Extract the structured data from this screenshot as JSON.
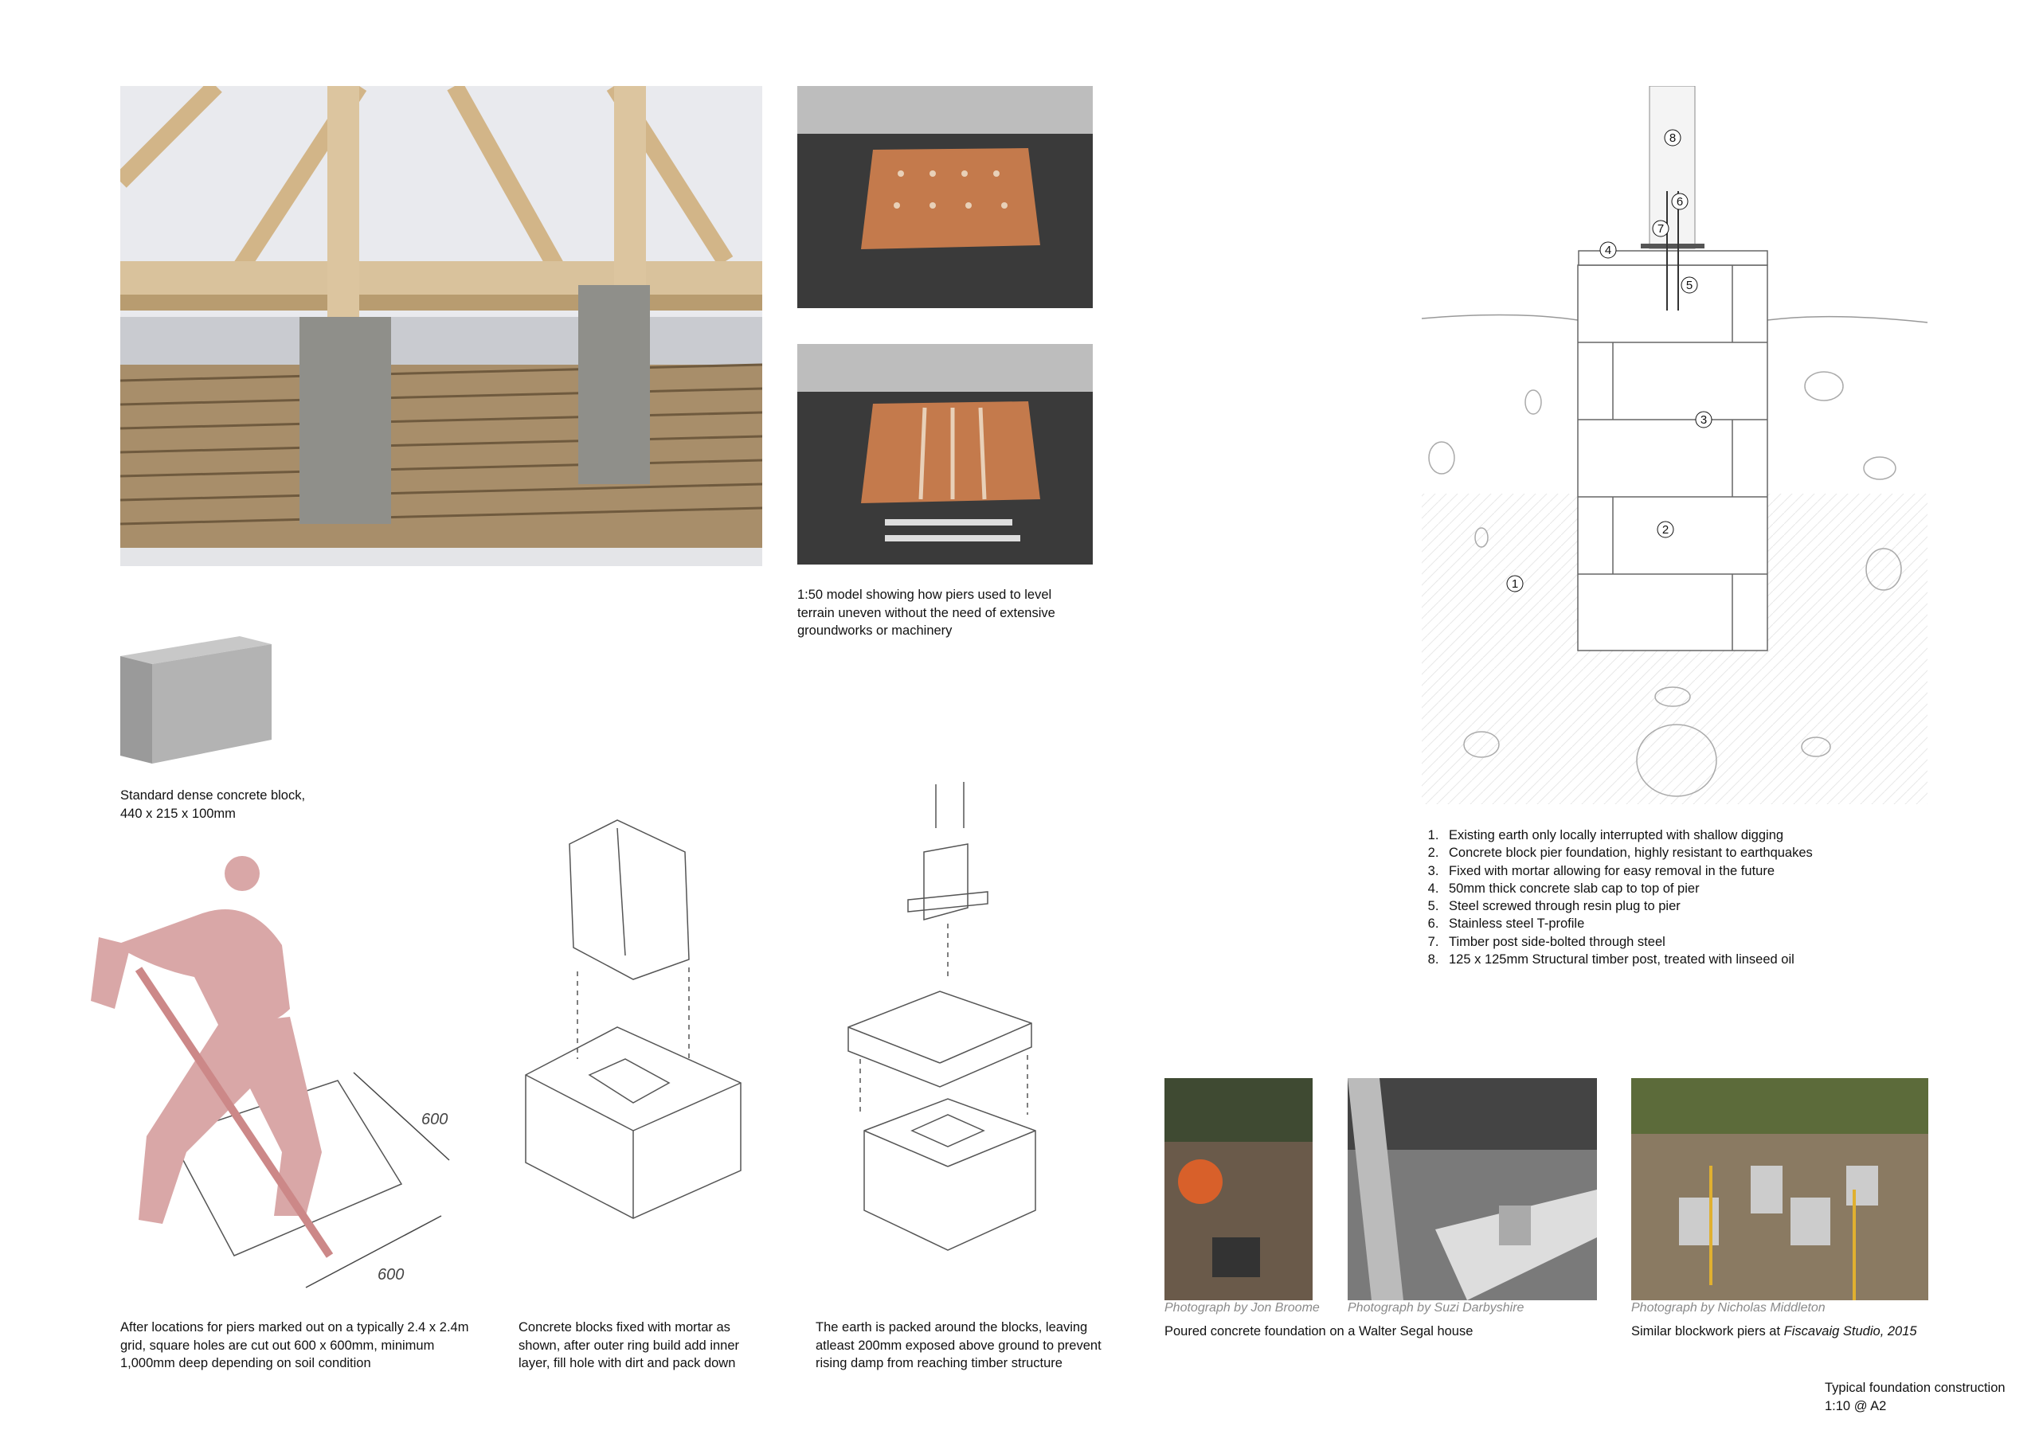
{
  "model_caption": [
    "1:50 model showing how piers used to level",
    "terrain uneven without the need of extensive",
    "groundworks or machinery"
  ],
  "block_caption": [
    "Standard dense concrete block,",
    "440 x 215 x 100mm"
  ],
  "section_labels": [
    "1",
    "2",
    "3",
    "4",
    "5",
    "6",
    "7",
    "8"
  ],
  "legend": [
    "Existing earth only locally interrupted with shallow digging",
    "Concrete block pier foundation, highly resistant to earthquakes",
    "Fixed with mortar allowing for easy removal in the future",
    "50mm thick concrete slab cap to top of pier",
    "Steel screwed through resin plug to pier",
    "Stainless steel T-profile",
    "Timber post side-bolted through steel",
    "125 x 125mm Structural timber post, treated with linseed oil"
  ],
  "sketch_dims": [
    "600",
    "600"
  ],
  "steps": [
    [
      "After locations for piers marked out on a typically 2.4 x 2.4m",
      "grid, square holes are cut out 600 x 600mm, minimum",
      "1,000mm deep depending on soil condition"
    ],
    [
      "Concrete blocks fixed with mortar as",
      "shown, after outer ring build add inner",
      "layer, fill hole with dirt and pack down"
    ],
    [
      "The earth is packed around the blocks, leaving",
      "atleast 200mm exposed above ground to prevent",
      "rising damp from reaching timber structure"
    ]
  ],
  "photos": {
    "credit_1": "Photograph by Jon Broome",
    "credit_2": "Photograph by Suzi Darbyshire",
    "credit_3": "Photograph by Nicholas Middleton",
    "caption_1": "Poured concrete foundation on a Walter Segal house",
    "caption_2_prefix": "Similar blockwork piers at ",
    "caption_2_italic": "Fiscavaig Studio, 2015"
  },
  "title_block": {
    "title": "Typical foundation construction",
    "scale": "1:10 @ A2"
  }
}
